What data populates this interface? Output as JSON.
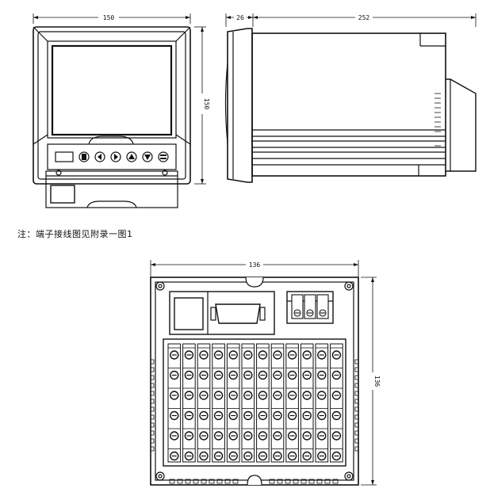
{
  "front_view": {
    "width_dim": "150",
    "height_dim": "150"
  },
  "side_view": {
    "depth_front_dim": "26",
    "depth_body_dim": "252"
  },
  "back_view": {
    "width_dim": "136",
    "height_dim": "136"
  },
  "note": "注：端子接线图见附录一图1",
  "terminal_block": {
    "rows": 6,
    "cols": 12
  },
  "power_terminals": {
    "count": 3
  }
}
